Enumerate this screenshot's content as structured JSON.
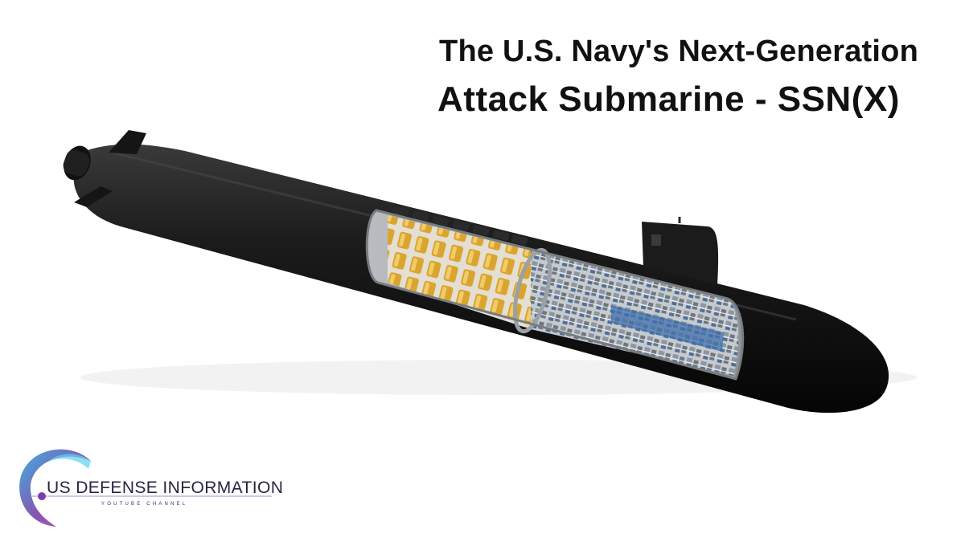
{
  "title": {
    "line1": "The U.S. Navy's Next-Generation",
    "line2": "Attack Submarine - SSN(X)"
  },
  "logo": {
    "name": "US DEFENSE INFORMATION",
    "subtitle": "YOUTUBE CHANNEL"
  },
  "colors": {
    "hull": "#141414",
    "background": "#ffffff",
    "cargo_gold": "#d9a52e",
    "logo_purple": "#7a3fa8",
    "logo_blue": "#2aa8dc"
  }
}
